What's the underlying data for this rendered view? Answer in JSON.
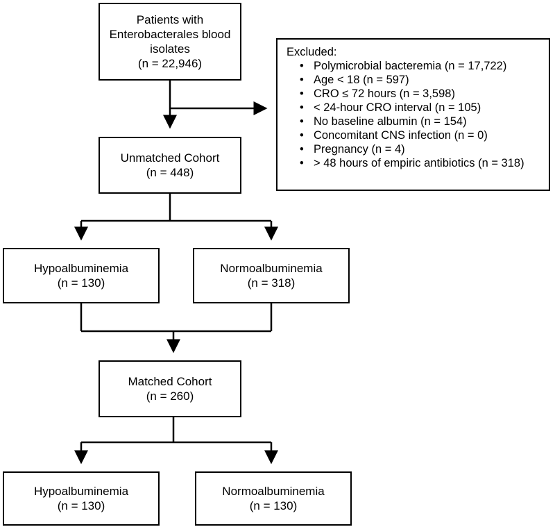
{
  "boxes": {
    "patients": [
      "Patients with",
      "Enterobacterales blood",
      "isolates",
      "(n = 22,946)"
    ],
    "unmatched": [
      "Unmatched Cohort",
      "(n = 448)"
    ],
    "hypo_unmatched": [
      "Hypoalbuminemia",
      "(n = 130)"
    ],
    "normo_unmatched": [
      "Normoalbuminemia",
      "(n = 318)"
    ],
    "matched": [
      "Matched Cohort",
      "(n = 260)"
    ],
    "hypo_matched": [
      "Hypoalbuminemia",
      "(n = 130)"
    ],
    "normo_matched": [
      "Normoalbuminemia",
      "(n = 130)"
    ]
  },
  "excluded": {
    "title": "Excluded:",
    "items": [
      "Polymicrobial bacteremia (n = 17,722)",
      "Age < 18 (n = 597)",
      "CRO ≤ 72 hours (n = 3,598)",
      "< 24-hour CRO interval (n = 105)",
      "No baseline albumin (n = 154)",
      "Concomitant CNS infection (n = 0)",
      "Pregnancy (n = 4)",
      "> 48 hours of empiric antibiotics (n = 318)"
    ]
  }
}
